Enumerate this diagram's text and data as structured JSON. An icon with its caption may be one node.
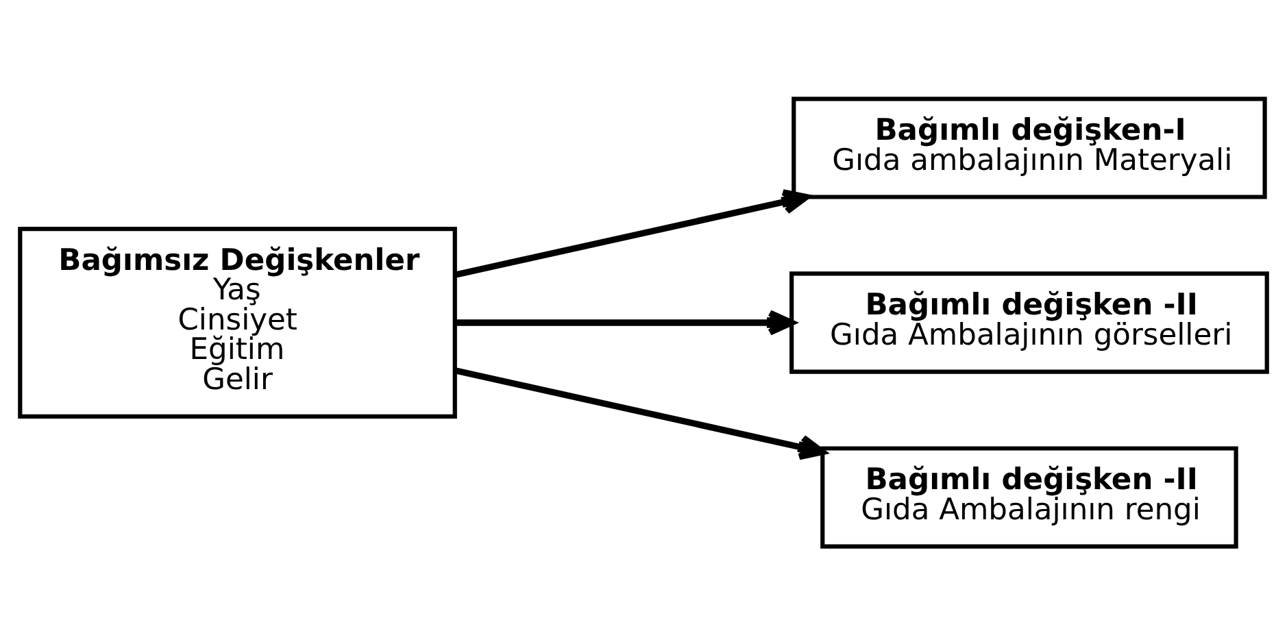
{
  "diagram": {
    "nodes": [
      {
        "text": [
          "Bağımsız Değişkenler",
          "Yaş",
          "Cinsiyet",
          "Eğitim",
          "Gelir"
        ]
      },
      {
        "text": [
          "Bağımlı değişken-I",
          "Gıda ambalajının Materyali"
        ]
      },
      {
        "text": [
          "Bağımlı değişken -II",
          "Gıda Ambalajının görselleri"
        ]
      },
      {
        "text": [
          "Bağımlı değişken -II",
          "Gıda Ambalajının rengi"
        ]
      }
    ],
    "edges": [
      {
        "from": 0,
        "to": 1,
        "arrow": "to"
      },
      {
        "from": 0,
        "to": 2,
        "arrow": "to"
      },
      {
        "from": 0,
        "to": 3,
        "arrow": "to"
      }
    ]
  }
}
